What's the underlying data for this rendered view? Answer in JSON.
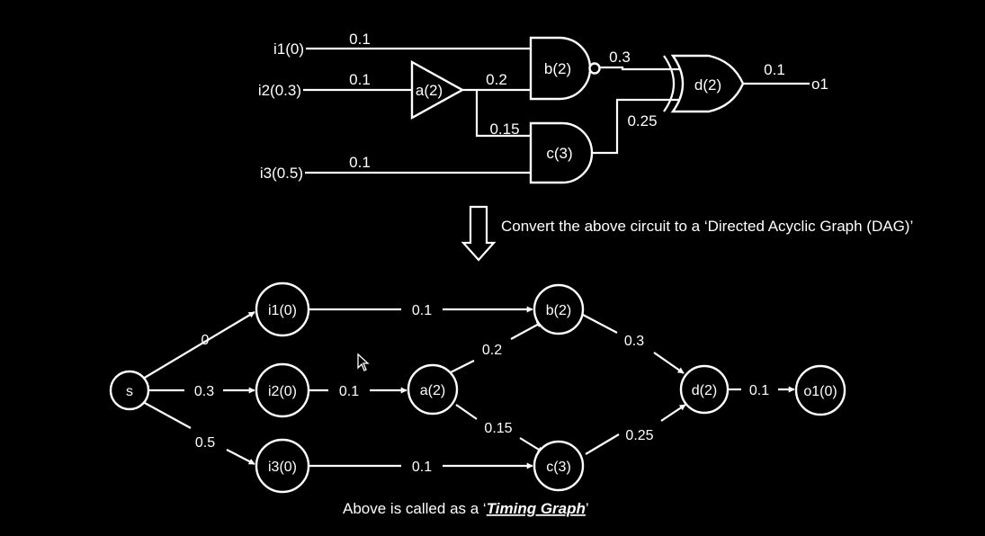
{
  "circuit": {
    "inputs": {
      "i1": "i1(0)",
      "i2": "i2(0.3)",
      "i3": "i3(0.5)"
    },
    "wires": {
      "i1_b": "0.1",
      "i2_a": "0.1",
      "i3_c": "0.1",
      "a_b": "0.2",
      "a_c": "0.15",
      "b_d": "0.3",
      "c_d": "0.25",
      "d_o1": "0.1"
    },
    "gates": {
      "a": "a(2)",
      "b": "b(2)",
      "c": "c(3)",
      "d": "d(2)"
    },
    "output": "o1"
  },
  "conversion_text": "Convert the above circuit to a ‘Directed Acyclic Graph (DAG)’",
  "graph": {
    "nodes": {
      "s": "s",
      "i1": "i1(0)",
      "i2": "i2(0)",
      "i3": "i3(0)",
      "a": "a(2)",
      "b": "b(2)",
      "c": "c(3)",
      "d": "d(2)",
      "o1": "o1(0)"
    },
    "edges": {
      "s_i1": "0",
      "s_i2": "0.3",
      "s_i3": "0.5",
      "i1_b": "0.1",
      "i2_a": "0.1",
      "i3_c": "0.1",
      "a_b": "0.2",
      "a_c": "0.15",
      "b_d": "0.3",
      "c_d": "0.25",
      "d_o1": "0.1"
    }
  },
  "caption": {
    "prefix": "Above is called as a ‘",
    "emphasis": "Timing Graph",
    "suffix": "’"
  },
  "colors": {
    "background": "#000000",
    "foreground": "#ffffff"
  }
}
